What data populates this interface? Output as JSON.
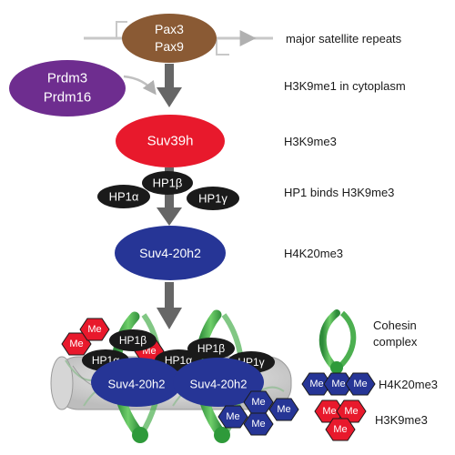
{
  "nodes": {
    "pax3": "Pax3",
    "pax9": "Pax9",
    "prdm3": "Prdm3",
    "prdm16": "Prdm16",
    "suv39h": "Suv39h",
    "hp1b": "HP1β",
    "hp1a": "HP1α",
    "hp1g": "HP1γ",
    "suv420h2": "Suv4-20h2"
  },
  "step_labels": {
    "major_satellite": "major satellite repeats",
    "h3k9me1": "H3K9me1 in cytoplasm",
    "h3k9me3": "H3K9me3",
    "hp1_binds": "HP1 binds H3K9me3",
    "h4k20me3": "H4K20me3"
  },
  "legend": {
    "cohesin_line1": "Cohesin",
    "cohesin_line2": "complex",
    "h4k20me3": "H4K20me3",
    "h3k9me3": "H3K9me3"
  },
  "marks": {
    "me": "Me"
  },
  "scene": {
    "suv_left": "Suv4-20h2",
    "suv_right": "Suv4-20h2",
    "hp1b_left": "HP1β",
    "hp1b_right": "HP1β",
    "hp1a_left": "HP1α",
    "hp1a_right": "HP1α",
    "hp1g_right": "HP1γ"
  },
  "colors": {
    "pax": "#8a5a34",
    "prdm": "#6e2d8f",
    "suv39h": "#e8192c",
    "hp1": "#1a1a1a",
    "suv420": "#263596",
    "cohesin": "#4caf50",
    "arrow": "#666666"
  }
}
